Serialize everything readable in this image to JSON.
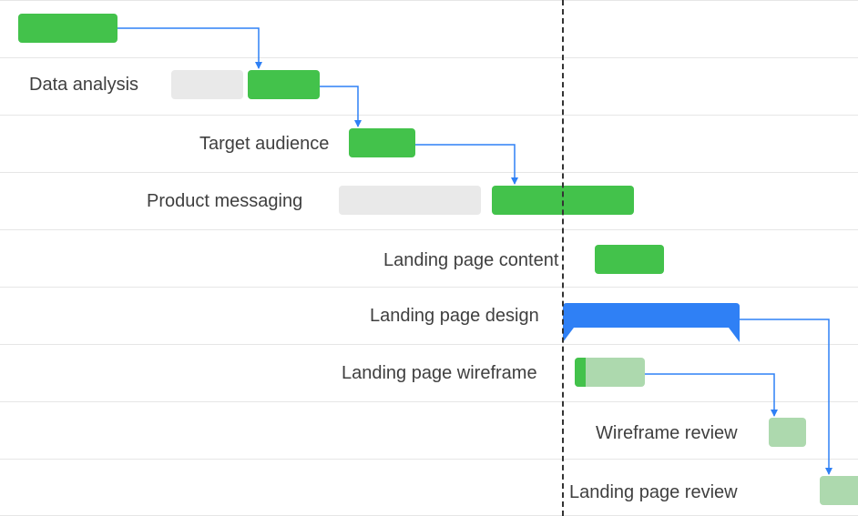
{
  "chart_data": {
    "type": "gantt",
    "title": "",
    "tasks": [
      {
        "id": "t0",
        "label": "",
        "status": "completed"
      },
      {
        "id": "t1",
        "label": "Data analysis",
        "status": "completed",
        "has_baseline": true
      },
      {
        "id": "t2",
        "label": "Target audience",
        "status": "completed"
      },
      {
        "id": "t3",
        "label": "Product messaging",
        "status": "completed",
        "has_baseline": true
      },
      {
        "id": "t4",
        "label": "Landing page content",
        "status": "completed"
      },
      {
        "id": "t5",
        "label": "Landing page design",
        "status": "summary"
      },
      {
        "id": "t6",
        "label": "Landing page wireframe",
        "status": "in-progress",
        "progress": 0.15
      },
      {
        "id": "t7",
        "label": "Wireframe review",
        "status": "not-started"
      },
      {
        "id": "t8",
        "label": "Landing page review",
        "status": "not-started"
      }
    ],
    "dependencies": [
      [
        "t0",
        "t1"
      ],
      [
        "t1",
        "t2"
      ],
      [
        "t2",
        "t3"
      ],
      [
        "t5",
        "t8"
      ],
      [
        "t6",
        "t7"
      ]
    ],
    "today_marker": true
  },
  "colors": {
    "completed": "#43c24b",
    "baseline": "#e9e9e9",
    "not_started": "#add9ae",
    "summary": "#2f80f5",
    "dependency": "#2f80f5",
    "today_line": "#333333",
    "grid": "#e6e6e6"
  }
}
